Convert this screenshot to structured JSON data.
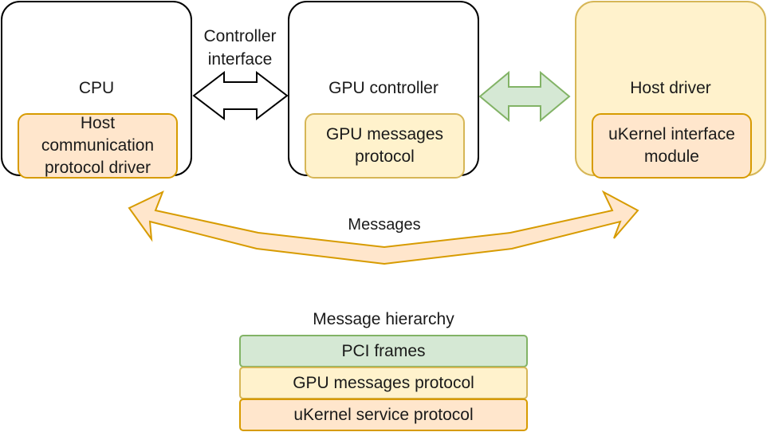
{
  "nodes": {
    "cpu": {
      "title": "CPU",
      "inner": [
        "Host",
        "communication",
        "protocol driver"
      ]
    },
    "gpu_controller": {
      "title": "GPU controller",
      "inner": [
        "GPU messages",
        "protocol"
      ]
    },
    "host_driver": {
      "title": "Host driver",
      "inner": [
        "uKernel interface",
        "module"
      ]
    }
  },
  "connectors": {
    "controller_interface": [
      "Controller",
      "interface"
    ],
    "messages": "Messages"
  },
  "hierarchy": {
    "title": "Message hierarchy",
    "layers": [
      {
        "label": "PCI frames",
        "color": "#d5e8d4"
      },
      {
        "label": "GPU messages protocol",
        "color": "#fff2cc"
      },
      {
        "label": "uKernel service protocol",
        "color": "#ffe6cc"
      }
    ]
  },
  "colors": {
    "orange_fill": "#ffe6cc",
    "orange_stroke": "#d79b00",
    "yellow_fill": "#fff2cc",
    "yellow_stroke": "#d6b656",
    "green_fill": "#d5e8d4",
    "green_stroke": "#82b366"
  }
}
